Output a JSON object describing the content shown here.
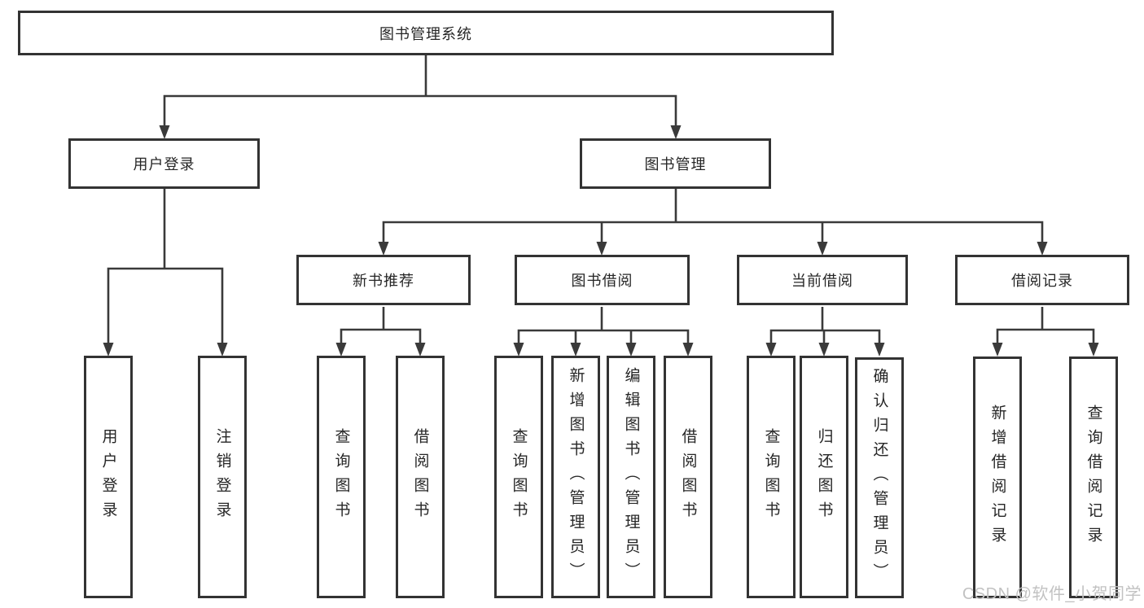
{
  "diagram_title": "图书管理系统",
  "nodes": {
    "root": "图书管理系统",
    "user_login": "用户登录",
    "book_mgmt": "图书管理",
    "new_book_rec": "新书推荐",
    "book_borrow": "图书借阅",
    "current_borrow": "当前借阅",
    "borrow_record": "借阅记录",
    "leaf_user_login": "用户登录",
    "leaf_logout": "注销登录",
    "nbr_query_book": "查询图书",
    "nbr_borrow_book": "借阅图书",
    "bb_query_book": "查询图书",
    "bb_add_book": "新增图书（管理员）",
    "bb_edit_book": "编辑图书（管理员）",
    "bb_borrow_book": "借阅图书",
    "cb_query_book": "查询图书",
    "cb_return_book": "归还图书",
    "cb_confirm_return": "确认归还（管理员）",
    "br_add_record": "新增借阅记录",
    "br_query_record": "查询借阅记录"
  },
  "watermark": "CSDN @软件_小贺同学",
  "colors": {
    "line": "#3a3a3a",
    "box_border": "#333333",
    "text": "#262626",
    "watermark": "#c2c2c2",
    "background": "#ffffff"
  }
}
